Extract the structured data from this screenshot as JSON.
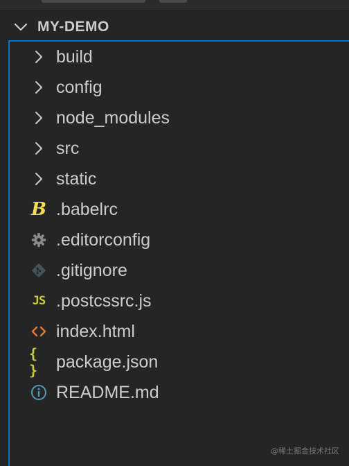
{
  "explorer": {
    "section_title": "MY-DEMO",
    "items": [
      {
        "label": "build",
        "kind": "folder",
        "icon": "chevron-right-icon"
      },
      {
        "label": "config",
        "kind": "folder",
        "icon": "chevron-right-icon"
      },
      {
        "label": "node_modules",
        "kind": "folder",
        "icon": "chevron-right-icon"
      },
      {
        "label": "src",
        "kind": "folder",
        "icon": "chevron-right-icon"
      },
      {
        "label": "static",
        "kind": "folder",
        "icon": "chevron-right-icon"
      },
      {
        "label": ".babelrc",
        "kind": "file",
        "icon": "babel-icon"
      },
      {
        "label": ".editorconfig",
        "kind": "file",
        "icon": "gear-icon"
      },
      {
        "label": ".gitignore",
        "kind": "file",
        "icon": "git-icon"
      },
      {
        "label": ".postcssrc.js",
        "kind": "file",
        "icon": "javascript-icon",
        "icon_text": "JS"
      },
      {
        "label": "index.html",
        "kind": "file",
        "icon": "html-icon"
      },
      {
        "label": "package.json",
        "kind": "file",
        "icon": "json-icon",
        "icon_text": "{ }"
      },
      {
        "label": "README.md",
        "kind": "file",
        "icon": "info-icon"
      }
    ]
  },
  "watermark": "@稀土掘金技术社区",
  "colors": {
    "background": "#252526",
    "text": "#cccccc",
    "focus_border": "#0e70c0",
    "js_yellow": "#cbcb41",
    "babel_yellow": "#f5da55",
    "html_orange": "#e37933",
    "info_blue": "#519aba",
    "icon_grey": "#8a8a8a"
  }
}
